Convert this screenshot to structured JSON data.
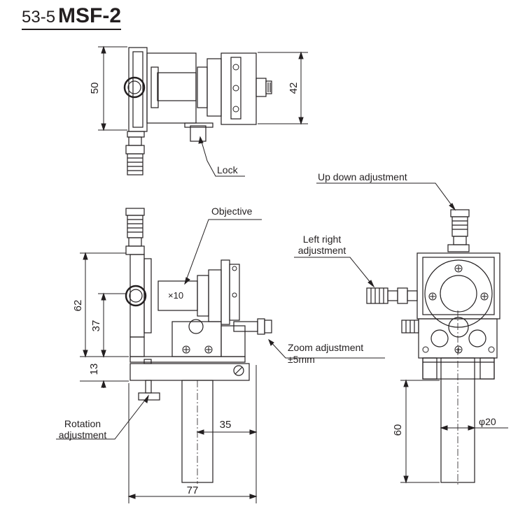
{
  "heading": {
    "code": "53-5",
    "model": "MSF-2"
  },
  "callouts": {
    "lock": "Lock",
    "objective": "Objective",
    "up_down": "Up down adjustment",
    "left_right_1": "Left right",
    "left_right_2": "adjustment",
    "zoom_1": "Zoom adjustment",
    "zoom_2": "±5mm",
    "rotation_1": "Rotation",
    "rotation_2": "adjustment",
    "magnification": "×10"
  },
  "dimensions": {
    "top_width": "50",
    "top_height": "42",
    "side_total_height": "62",
    "side_upper_height": "37",
    "side_base_height": "13",
    "side_offset": "35",
    "side_base_length": "77",
    "front_post_length": "60",
    "front_post_diameter": "φ20"
  }
}
